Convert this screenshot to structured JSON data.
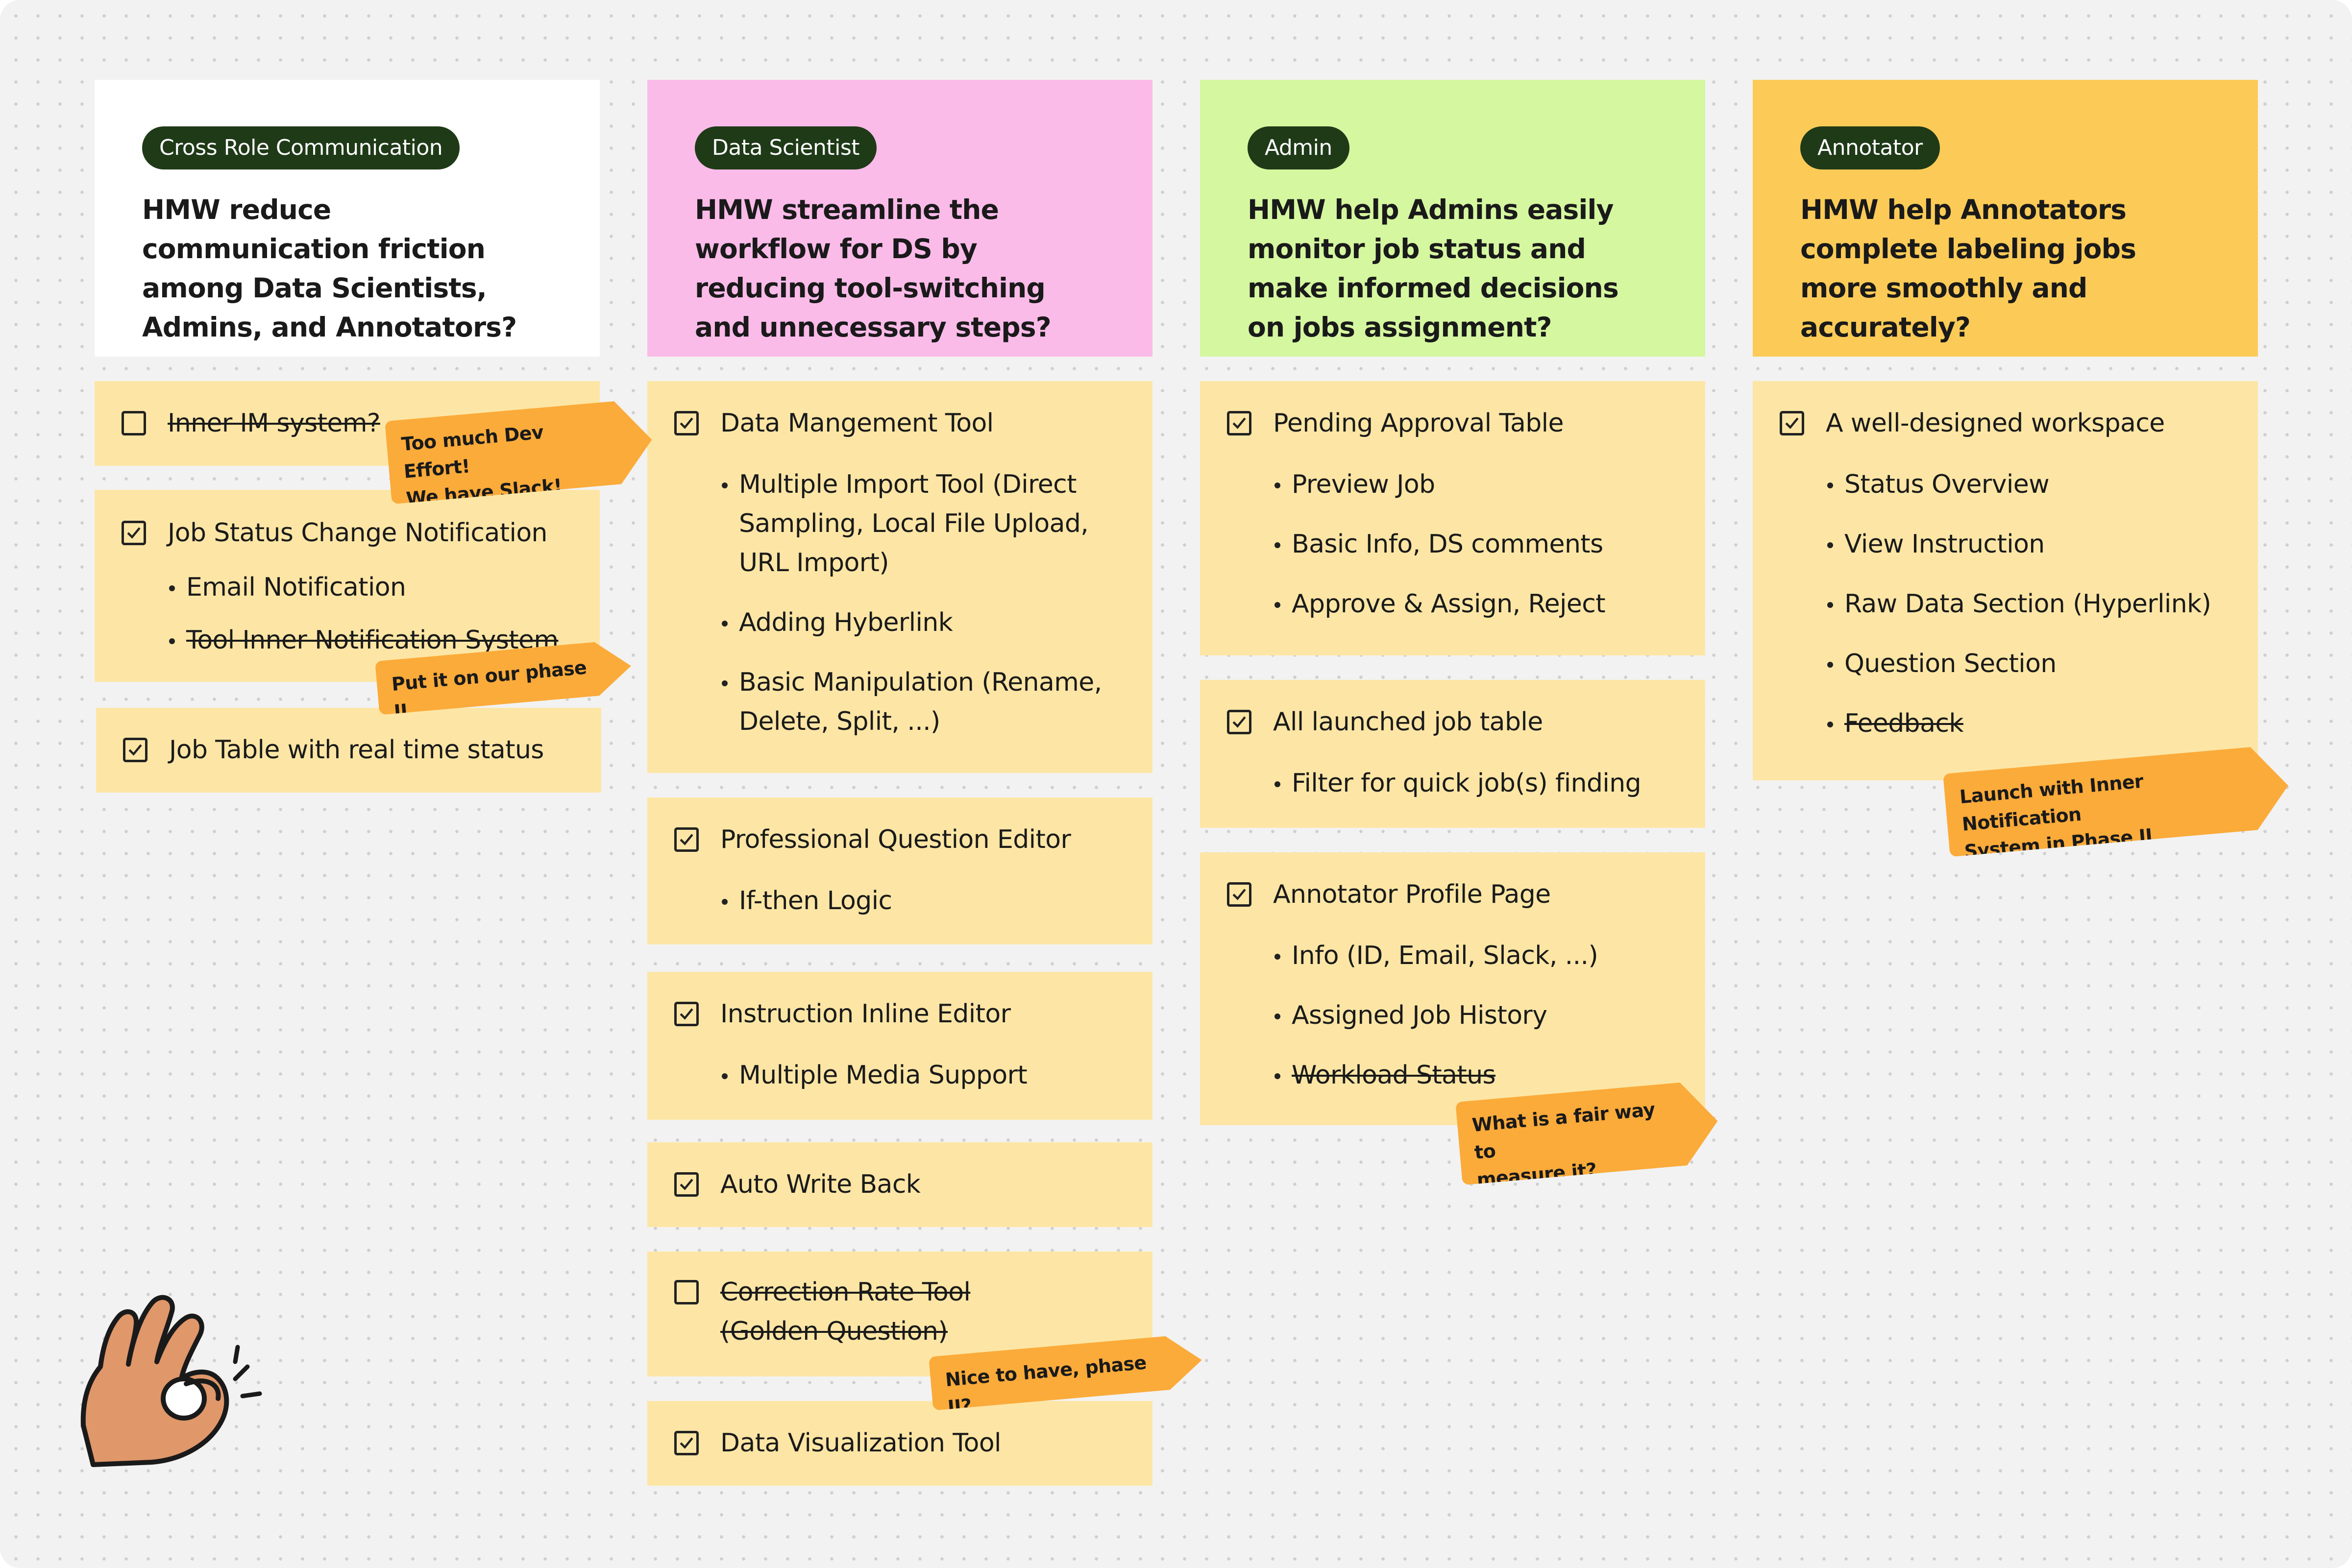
{
  "columns": [
    {
      "tag": "Cross Role Communication",
      "hmw": "HMW reduce communication friction among Data Scientists, Admins, and Annotators?",
      "notes": [
        {
          "title": "Inner IM system?",
          "checked": false,
          "struck": true
        },
        {
          "title": "Job Status Change Notification",
          "checked": true,
          "items": [
            "Email Notification",
            "Tool Inner Notification System"
          ]
        },
        {
          "title": "Job Table with real time status",
          "checked": true
        }
      ]
    },
    {
      "tag": "Data Scientist",
      "hmw": "HMW streamline the workflow for DS by reducing tool-switching and unnecessary steps?",
      "notes": [
        {
          "title": "Data Mangement Tool",
          "checked": true,
          "items": [
            "Multiple Import Tool (Direct Sampling, Local File Upload, URL Import)",
            "Adding Hyberlink",
            "Basic Manipulation (Rename, Delete, Split, ...)"
          ]
        },
        {
          "title": "Professional Question Editor",
          "checked": true,
          "items": [
            "If-then Logic"
          ]
        },
        {
          "title": "Instruction Inline Editor",
          "checked": true,
          "items": [
            "Multiple Media Support"
          ]
        },
        {
          "title": "Auto Write Back",
          "checked": true
        },
        {
          "title": "Correction Rate Tool (Golden Question)",
          "checked": false,
          "struck": true
        },
        {
          "title": "Data Visualization Tool",
          "checked": true
        }
      ]
    },
    {
      "tag": "Admin",
      "hmw": "HMW help Admins easily monitor job status and make informed decisions on jobs assignment?",
      "notes": [
        {
          "title": "Pending Approval Table",
          "checked": true,
          "items": [
            "Preview Job",
            "Basic Info, DS comments",
            "Approve & Assign, Reject"
          ]
        },
        {
          "title": "All launched job table",
          "checked": true,
          "items": [
            "Filter for quick job(s) finding"
          ]
        },
        {
          "title": "Annotator Profile Page",
          "checked": true,
          "items": [
            "Info (ID, Email, Slack, ...)",
            "Assigned Job History",
            "Workload Status"
          ]
        }
      ]
    },
    {
      "tag": "Annotator",
      "hmw": "HMW help Annotators complete labeling jobs more smoothly and accurately?",
      "notes": [
        {
          "title": "A well-designed workspace",
          "checked": true,
          "items": [
            "Status Overview",
            "View Instruction",
            "Raw Data Section (Hyperlink)",
            "Question Section",
            "Feedback"
          ]
        }
      ]
    }
  ],
  "stickers": [
    {
      "line1": "Too much Dev Effort!",
      "line2": "We have Slack!"
    },
    {
      "line1": "Put it on our phase II",
      "line2": ""
    },
    {
      "line1": "Nice to have, phase II?",
      "line2": ""
    },
    {
      "line1": "What is a fair way to",
      "line2": "measure it?"
    },
    {
      "line1": "Launch with Inner Notification",
      "line2": "System in Phase II"
    }
  ],
  "colors": {
    "board": "#f2f2f2",
    "note": "#fde6a5",
    "sticker": "#fbab3a",
    "tag": "#1f3a17",
    "header_white": "#ffffff",
    "header_pink": "#fbbbe9",
    "header_green": "#d5f7a0",
    "header_orange": "#fccb57"
  },
  "icons": {
    "checkbox_checked": "checkmark-icon",
    "hand": "ok-hand-icon"
  }
}
